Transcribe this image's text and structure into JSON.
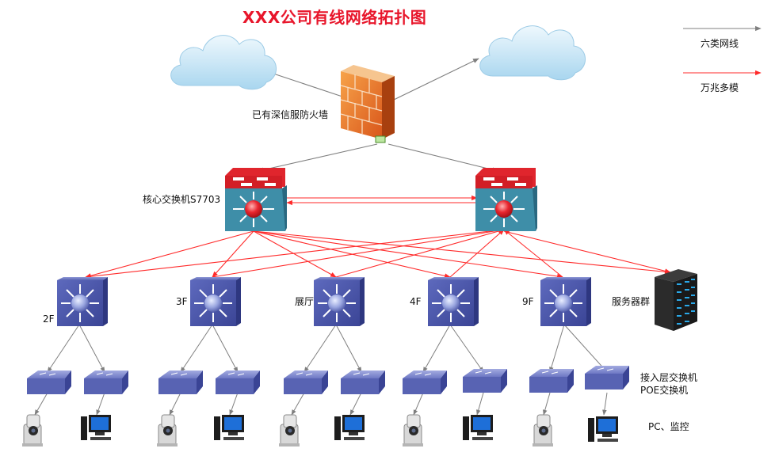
{
  "title": "XXX公司有线网络拓扑图",
  "legend": {
    "items": [
      {
        "label": "六类网线",
        "color": "#7f7f7f"
      },
      {
        "label": "万兆多模",
        "color": "#ff2a2a"
      }
    ]
  },
  "labels": {
    "firewall": "已有深信服防火墙",
    "core_switch": "核心交换机S7703",
    "access_layer_1": "接入层交换机",
    "access_layer_2": "POE交换机",
    "endpoints": "PC、监控",
    "server_group": "服务器群"
  },
  "floors": [
    "2F",
    "3F",
    "展厅",
    "4F",
    "9F"
  ],
  "colors": {
    "title": "#e8162b",
    "copper_link": "#7f7f7f",
    "fiber_link": "#ff2a2a",
    "switch_blue": "#4a58a8",
    "core_red": "#d9222d",
    "core_teal": "#3a8fa8",
    "cloud": "#cfe9f7"
  },
  "icons": [
    "cloud-icon",
    "firewall-icon",
    "core-switch-icon",
    "distribution-switch-icon",
    "server-rack-icon",
    "access-switch-icon",
    "camera-icon",
    "pc-icon"
  ]
}
